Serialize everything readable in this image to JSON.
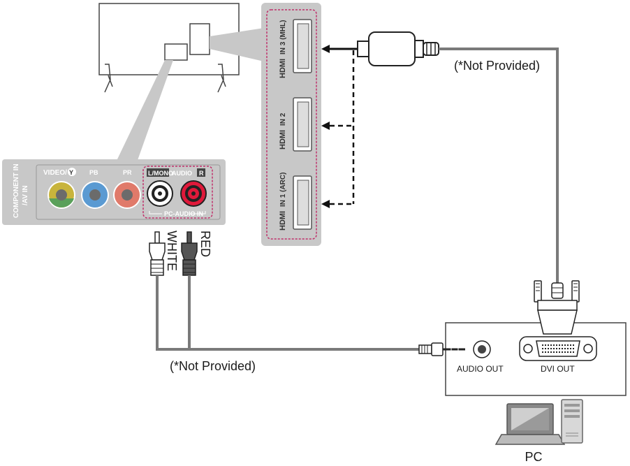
{
  "hdmi_panel": {
    "logo": "HDMI",
    "ports": [
      {
        "label": "IN 3 (MHL)"
      },
      {
        "label": "IN 2"
      },
      {
        "label": "IN 1 (ARC)"
      }
    ]
  },
  "av_panel": {
    "side_label": [
      "COMPONENT IN",
      "/AV IN"
    ],
    "video_label": "VIDEO/",
    "y_label": "Y",
    "pb_label": "PB",
    "pr_label": "PR",
    "lmono_label": "L/MONO",
    "audio_label": "AUDIO",
    "r_label": "R",
    "pc_audio_label": "PC-AUDIO IN"
  },
  "cable_labels": {
    "white": "WHITE",
    "red": "RED",
    "hdmi_not_provided": "(*Not Provided)",
    "audio_not_provided": "(*Not Provided)"
  },
  "pc_panel": {
    "audio_out": "AUDIO OUT",
    "dvi_out": "DVI OUT",
    "pc_label": "PC"
  },
  "colors": {
    "panel_gray": "#c8c8c8",
    "dashed_pink": "#c0306a",
    "cable_gray": "#7a7a7a",
    "yellow_jack": "#c8b43c",
    "green_jack": "#5aa05a",
    "blue_jack": "#5a9ad2",
    "red_jack": "#e0193a",
    "pr_jack": "#e07a6a"
  }
}
